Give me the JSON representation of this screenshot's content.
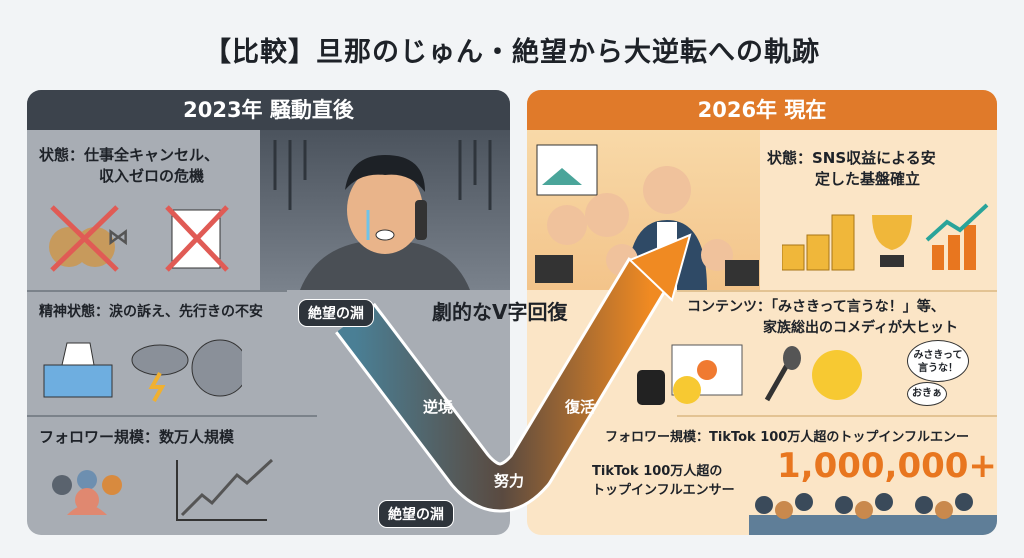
{
  "title": "【比較】旦那のじゅん・絶望から大逆転への軌跡",
  "left": {
    "header": "2023年 騒動直後",
    "status": [
      "状態：仕事全キャンセル、",
      "収入ゼロの危機"
    ],
    "mental": "精神状態：涙の訴え、先行きの不安",
    "followers": "フォロワー規模：数万人規模"
  },
  "right": {
    "header": "2026年 現在",
    "status": [
      "状態：SNS収益による安",
      "定した基盤確立"
    ],
    "content": [
      "コンテンツ：「みさきって言うな！」等、",
      "家族総出のコメディが大ヒット"
    ],
    "speech": [
      "みさきって",
      "言うな！"
    ],
    "speech2": "おきぁ",
    "followers": "フォロワー規模：TikTok 100万人超のトップインフルエンー",
    "sub": [
      "TikTok 100万人超の",
      "トップインフルエンサー"
    ],
    "count": "1,000,000+"
  },
  "arrow": {
    "center": "劇的なV字回復",
    "abyss_top": "絶望の淵",
    "abyss_bottom": "絶望の淵",
    "adversity": "逆境",
    "effort": "努力",
    "revival": "復活"
  },
  "colors": {
    "left_header": "#3c434c",
    "right_header": "#e07a2a",
    "accent": "#e8761f"
  }
}
